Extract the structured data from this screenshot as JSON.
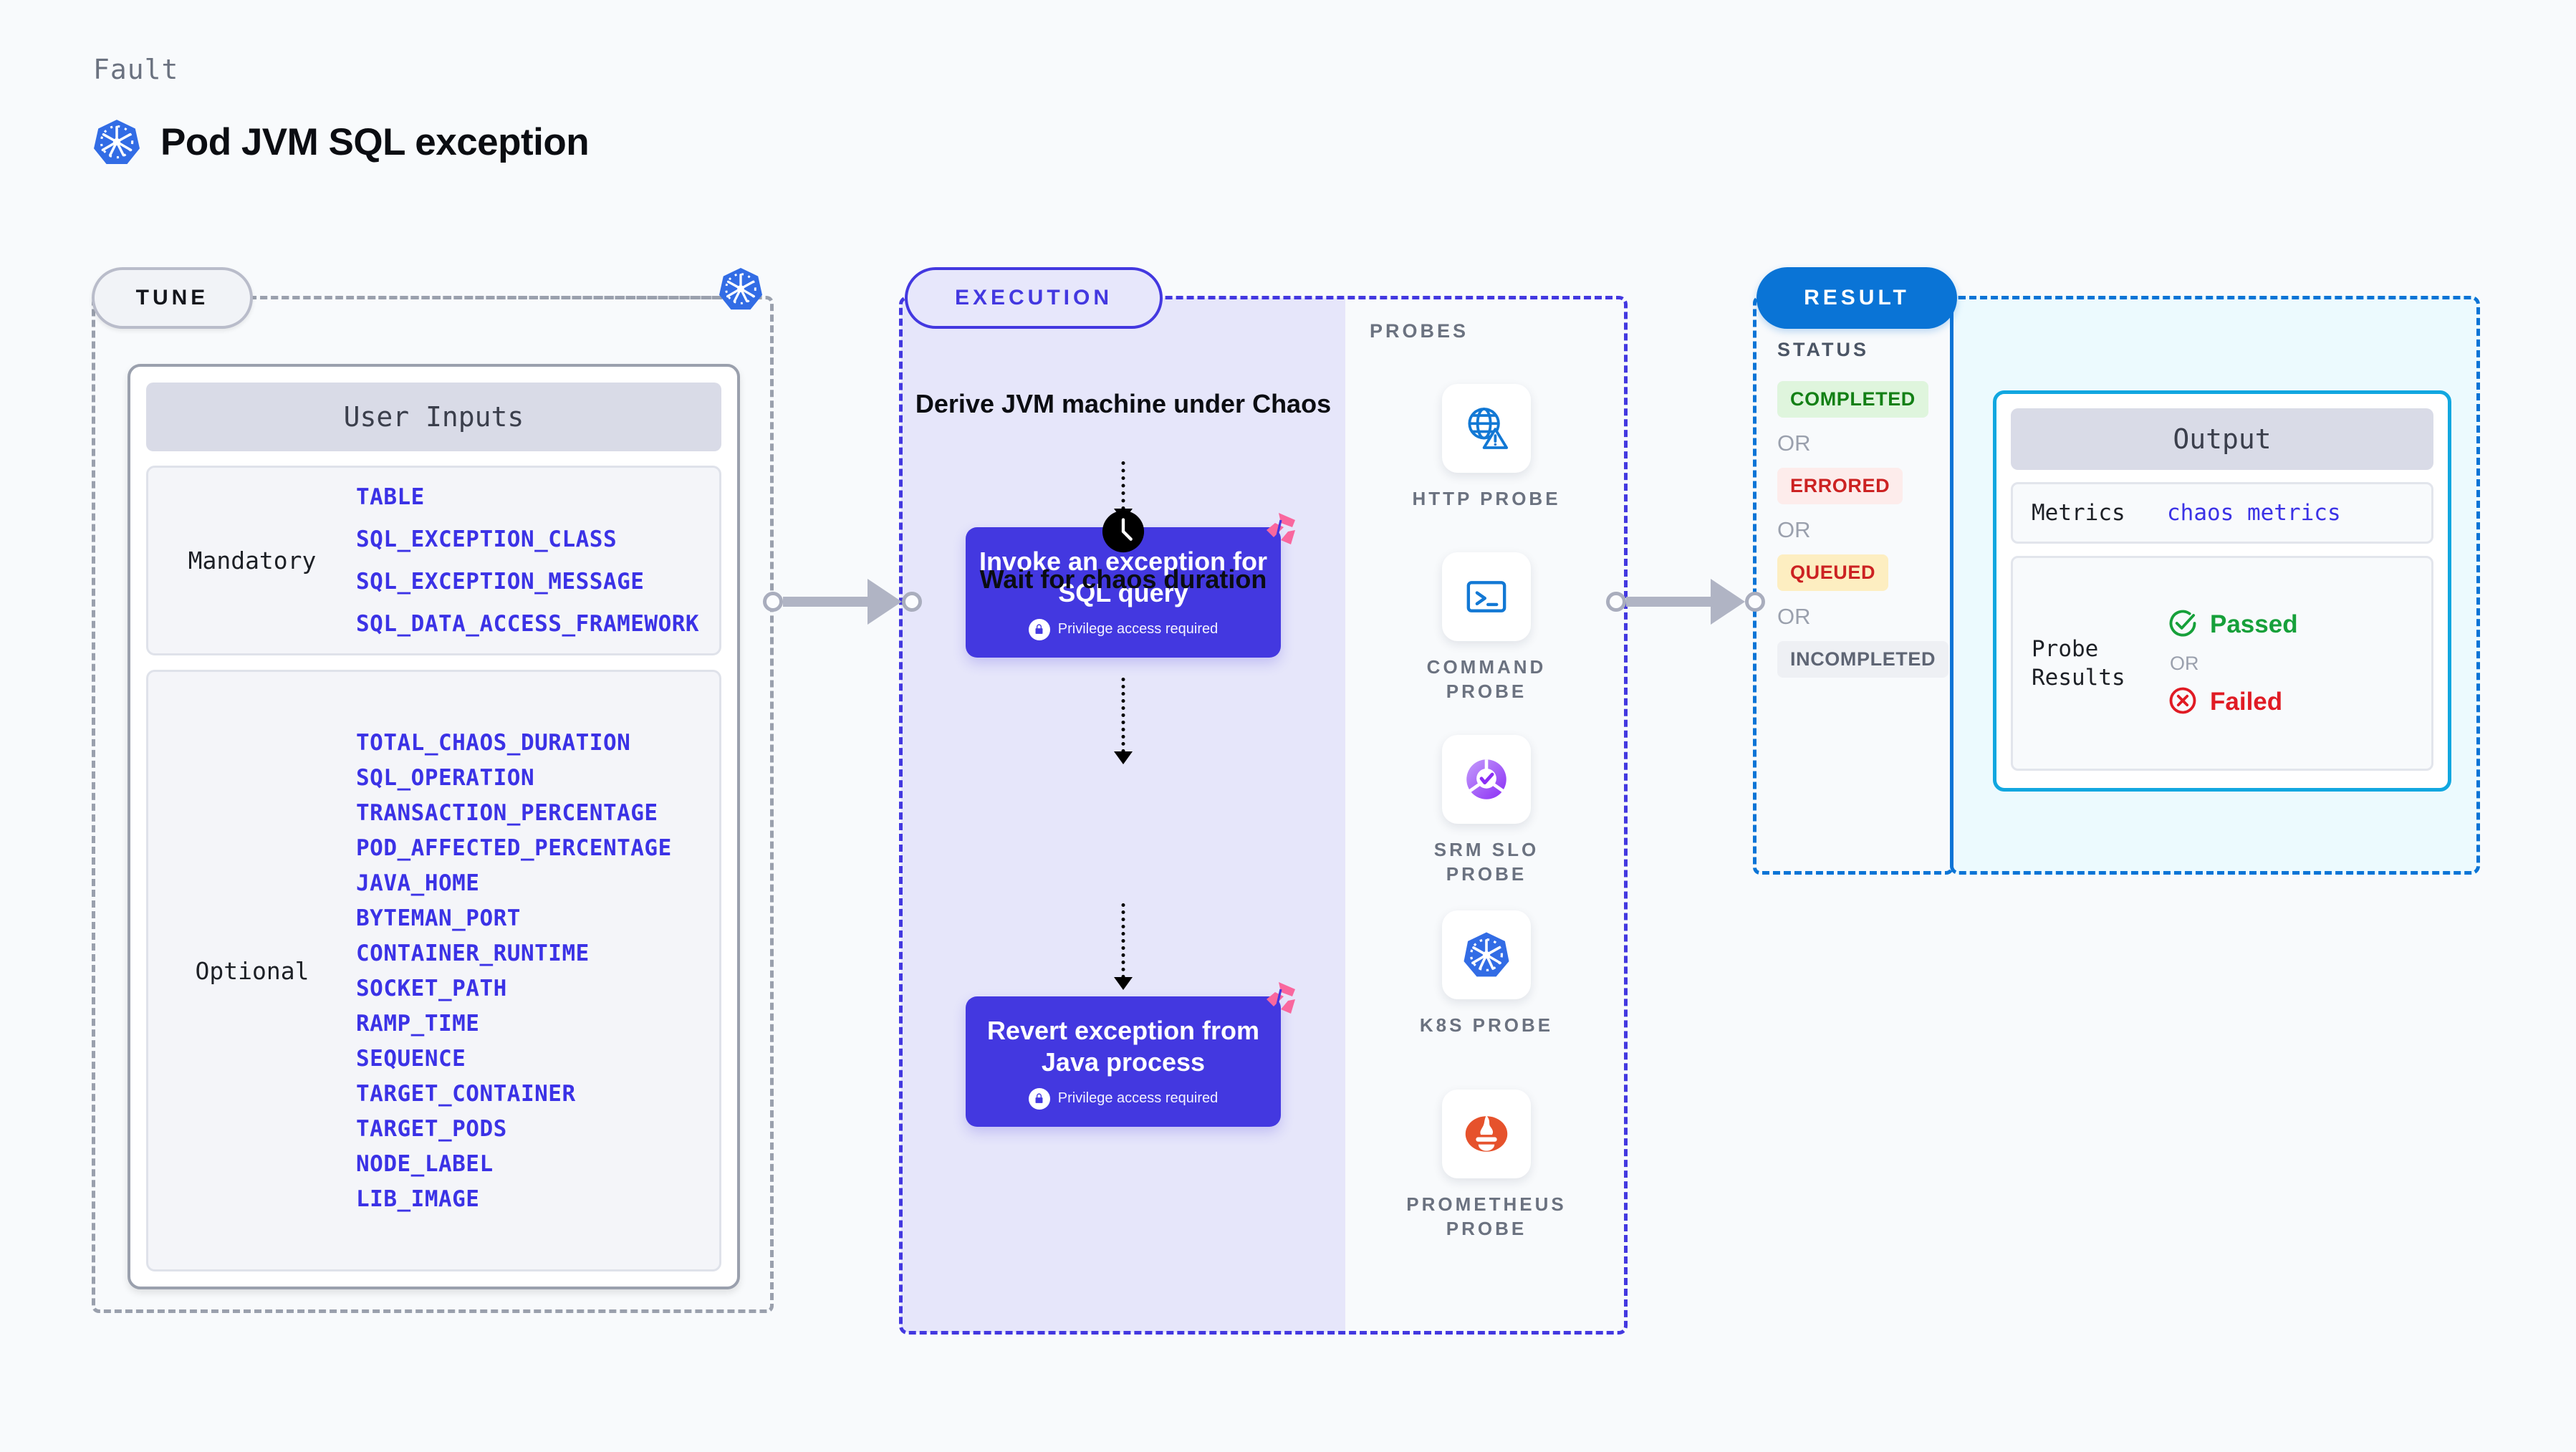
{
  "header": {
    "eyebrow": "Fault",
    "title": "Pod JVM SQL exception",
    "icon": "kubernetes-icon"
  },
  "tune": {
    "pill_label": "TUNE",
    "badge_icon": "kubernetes-icon",
    "card_title": "User Inputs",
    "groups": [
      {
        "label": "Mandatory",
        "params": [
          "TABLE",
          "SQL_EXCEPTION_CLASS",
          "SQL_EXCEPTION_MESSAGE",
          "SQL_DATA_ACCESS_FRAMEWORK"
        ]
      },
      {
        "label": "Optional",
        "params": [
          "TOTAL_CHAOS_DURATION",
          "SQL_OPERATION",
          "TRANSACTION_PERCENTAGE",
          "POD_AFFECTED_PERCENTAGE",
          "JAVA_HOME",
          "BYTEMAN_PORT",
          "CONTAINER_RUNTIME",
          "SOCKET_PATH",
          "RAMP_TIME",
          "SEQUENCE",
          "TARGET_CONTAINER",
          "TARGET_PODS",
          "NODE_LABEL",
          "LIB_IMAGE"
        ]
      }
    ]
  },
  "execution": {
    "pill_label": "EXECUTION",
    "steps": {
      "derive": "Derive JVM machine under Chaos",
      "wait": "Wait for chaos duration"
    },
    "cards": [
      {
        "title": "Invoke an exception for SQL query",
        "note": "Privilege access required",
        "note_icon": "lock-icon"
      },
      {
        "title": "Revert exception from Java process",
        "note": "Privilege access required",
        "note_icon": "lock-icon"
      }
    ],
    "clock_icon": "clock-icon"
  },
  "probes": {
    "label": "PROBES",
    "items": [
      {
        "name": "HTTP PROBE",
        "icon": "globe-warning-icon"
      },
      {
        "name": "COMMAND PROBE",
        "icon": "terminal-icon"
      },
      {
        "name": "SRM SLO PROBE",
        "icon": "slo-donut-check-icon"
      },
      {
        "name": "K8S PROBE",
        "icon": "kubernetes-icon"
      },
      {
        "name": "PROMETHEUS PROBE",
        "icon": "prometheus-icon"
      }
    ]
  },
  "result": {
    "pill_label": "RESULT",
    "status_label": "STATUS",
    "or_label": "OR",
    "statuses": [
      {
        "label": "COMPLETED",
        "tone": "success"
      },
      {
        "label": "ERRORED",
        "tone": "error"
      },
      {
        "label": "QUEUED",
        "tone": "warning"
      },
      {
        "label": "INCOMPLETED",
        "tone": "neutral"
      }
    ],
    "output": {
      "title": "Output",
      "metrics_key": "Metrics",
      "metrics_value": "chaos metrics",
      "probe_key": "Probe Results",
      "passed_label": "Passed",
      "failed_label": "Failed",
      "or_label": "OR",
      "passed_icon": "check-circle-icon",
      "failed_icon": "x-circle-icon"
    }
  },
  "colors": {
    "accent_indigo": "#4338e0",
    "accent_blue": "#0a74d6",
    "param_blue": "#3b32e6",
    "pink_badge": "#f9679e",
    "success": "#16a03a",
    "error": "#e01b24",
    "page_bg": "#f8fafc"
  }
}
